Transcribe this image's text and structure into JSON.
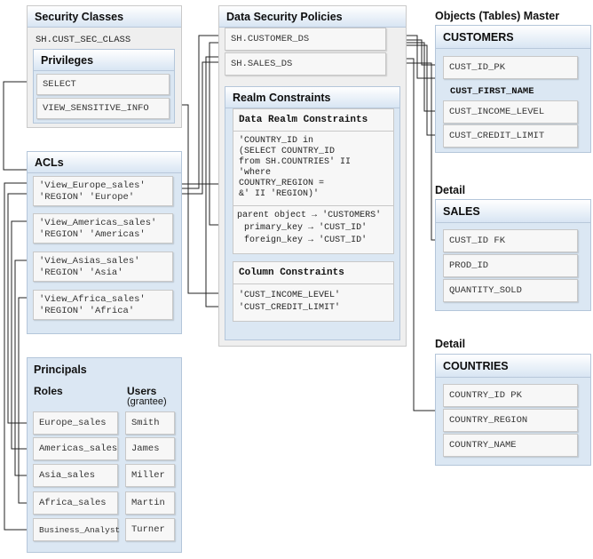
{
  "security_classes": {
    "title": "Security Classes",
    "class_name": "SH.CUST_SEC_CLASS",
    "privileges_title": "Privileges",
    "privileges": [
      "SELECT",
      "VIEW_SENSITIVE_INFO"
    ]
  },
  "acls": {
    "title": "ACLs",
    "items": [
      {
        "name": "'View_Europe_sales'",
        "region": "'REGION' 'Europe'"
      },
      {
        "name": "'View_Americas_sales'",
        "region": "'REGION' 'Americas'"
      },
      {
        "name": "'View_Asias_sales'",
        "region": "'REGION' 'Asia'"
      },
      {
        "name": "'View_Africa_sales'",
        "region": "'REGION' 'Africa'"
      }
    ]
  },
  "principals": {
    "title": "Principals",
    "roles_label": "Roles",
    "users_label": "Users",
    "users_sub": "(grantee)",
    "roles": [
      "Europe_sales",
      "Americas_sales",
      "Asia_sales",
      "Africa_sales",
      "Business_Analyst"
    ],
    "users": [
      "Smith",
      "James",
      "Miller",
      "Martin",
      "Turner"
    ]
  },
  "policies": {
    "title": "Data Security Policies",
    "items": [
      "SH.CUSTOMER_DS",
      "SH.SALES_DS"
    ],
    "realm_title": "Realm Constraints",
    "data_realm_title": "Data Realm Constraints",
    "data_realm_lines": [
      "'COUNTRY_ID in",
      "(SELECT COUNTRY_ID",
      "from SH.COUNTRIES' II",
      "'where",
      "COUNTRY_REGION =",
      "&' II 'REGION)'"
    ],
    "parent_label": "parent object",
    "parent_value": "'CUSTOMERS'",
    "primary_label": "primary_key",
    "primary_value": "'CUST_ID'",
    "foreign_label": "foreign_key",
    "foreign_value": "'CUST_ID'",
    "column_title": "Column Constraints",
    "columns": [
      "'CUST_INCOME_LEVEL'",
      "'CUST_CREDIT_LIMIT'"
    ]
  },
  "objects": {
    "master_label": "Objects (Tables) Master",
    "customers": {
      "title": "CUSTOMERS",
      "cols": [
        "CUST_ID_PK",
        "CUST_FIRST_NAME",
        "CUST_INCOME_LEVEL",
        "CUST_CREDIT_LIMIT"
      ]
    },
    "detail_label_1": "Detail",
    "sales": {
      "title": "SALES",
      "cols": [
        "CUST_ID FK",
        "PROD_ID",
        "QUANTITY_SOLD"
      ]
    },
    "detail_label_2": "Detail",
    "countries": {
      "title": "COUNTRIES",
      "cols": [
        "COUNTRY_ID PK",
        "COUNTRY_REGION",
        "COUNTRY_NAME"
      ]
    }
  },
  "colors": {
    "panel_blue": "#dbe7f3",
    "panel_gray": "#efefef",
    "cell": "#f7f7f7",
    "line": "#222222"
  }
}
